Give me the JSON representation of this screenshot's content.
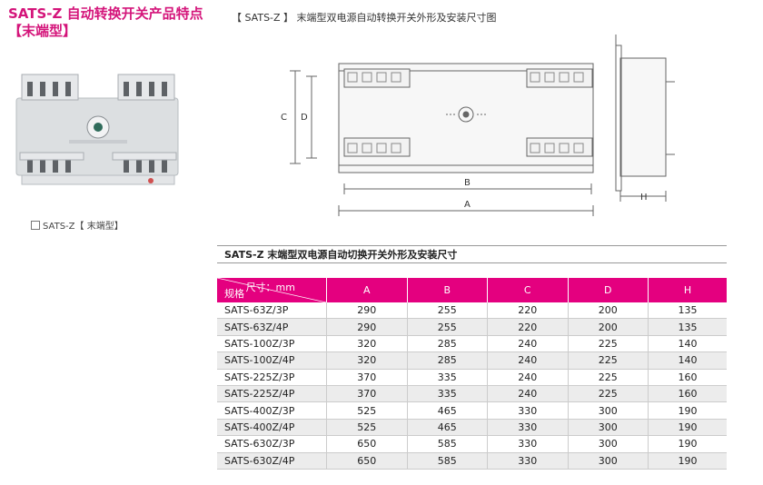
{
  "title": {
    "line1": "SATS-Z 自动转换开关产品特点",
    "line2": "【末端型】"
  },
  "product_caption": "SATS-Z【 末端型】",
  "drawing": {
    "title": "【 SATS-Z 】 末端型双电源自动转换开关外形及安装尺寸图",
    "labels": {
      "A": "A",
      "B": "B",
      "C": "C",
      "D": "D",
      "H": "H"
    }
  },
  "table": {
    "title": "SATS-Z 末端型双电源自动切换开关外形及安装尺寸",
    "corner_unit": "尺寸：mm",
    "corner_spec": "规格",
    "headers": [
      "A",
      "B",
      "C",
      "D",
      "H"
    ],
    "rows": [
      [
        "SATS-63Z/3P",
        "290",
        "255",
        "220",
        "200",
        "135"
      ],
      [
        "SATS-63Z/4P",
        "290",
        "255",
        "220",
        "200",
        "135"
      ],
      [
        "SATS-100Z/3P",
        "320",
        "285",
        "240",
        "225",
        "140"
      ],
      [
        "SATS-100Z/4P",
        "320",
        "285",
        "240",
        "225",
        "140"
      ],
      [
        "SATS-225Z/3P",
        "370",
        "335",
        "240",
        "225",
        "160"
      ],
      [
        "SATS-225Z/4P",
        "370",
        "335",
        "240",
        "225",
        "160"
      ],
      [
        "SATS-400Z/3P",
        "525",
        "465",
        "330",
        "300",
        "190"
      ],
      [
        "SATS-400Z/4P",
        "525",
        "465",
        "330",
        "300",
        "190"
      ],
      [
        "SATS-630Z/3P",
        "650",
        "585",
        "330",
        "300",
        "190"
      ],
      [
        "SATS-630Z/4P",
        "650",
        "585",
        "330",
        "300",
        "190"
      ]
    ]
  },
  "colors": {
    "accent": "#e4007f",
    "title": "#d4147a"
  }
}
